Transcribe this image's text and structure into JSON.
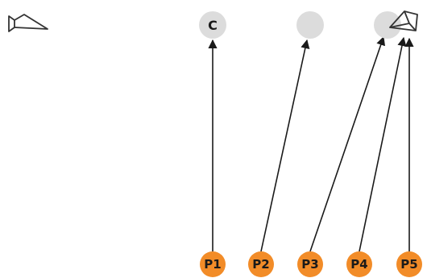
{
  "targets": [
    {
      "id": "c",
      "label": "C"
    },
    {
      "id": "t2",
      "label": ""
    },
    {
      "id": "t3",
      "label": ""
    }
  ],
  "points": [
    {
      "id": "p1",
      "label": "P1",
      "to": "c"
    },
    {
      "id": "p2",
      "label": "P2",
      "to": "t2"
    },
    {
      "id": "p3",
      "label": "P3",
      "to": "t3"
    },
    {
      "id": "p4",
      "label": "P4",
      "to": "speaker-right"
    },
    {
      "id": "p5",
      "label": "P5",
      "to": "speaker-right"
    }
  ],
  "icons": {
    "speaker_left": "speaker-icon",
    "speaker_right": "speaker-icon"
  },
  "colors": {
    "target_fill": "#dcdcdc",
    "point_fill": "#f28c28",
    "arrow": "#1a1a1a",
    "icon_stroke": "#333333"
  }
}
